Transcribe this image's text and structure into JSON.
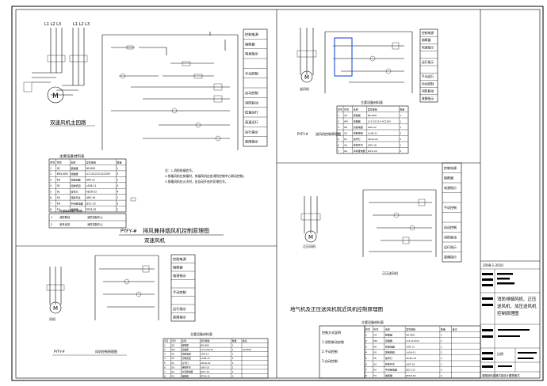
{
  "sheet": {
    "title_block": {
      "date": "2008-1-2010",
      "scale": "比例",
      "drawing_name": "消防排烟风机、正压送风机、加压送风机控制原理图",
      "footer": "某图纸标准格式某设计图签格式"
    },
    "panels": {
      "top_left": {
        "caption_main": "双速风机主回路",
        "title_code": "PYFY-#",
        "title": "排风兼排烟风机控制原理图",
        "subtitle": "双速风机",
        "notes": [
          "注：1.消防排烟信号。",
          "2.排烟风机在排烟时，排烟风机应由消防控制中心联动控制。",
          "3.排烟风机在火灾时，应自动开启并反馈信号。"
        ],
        "component_table": {
          "title": "主要设备材料表",
          "headers": [
            "序号",
            "符号",
            "名称",
            "型号规格",
            "数量"
          ],
          "rows": [
            [
              "1",
              "QF",
              "断路器",
              "NS-80H",
              "1"
            ],
            [
              "2",
              "KM1,KM2",
              "接触器",
              "LC1-D1210 AC220V",
              "3"
            ],
            [
              "3",
              "KH",
              "热继电器",
              "LRD-12",
              "2"
            ],
            [
              "4",
              "SS",
              "控制按钮",
              "LA38-11",
              "4"
            ],
            [
              "5",
              "HL",
              "信号灯",
              "AD16-22",
              "4"
            ],
            [
              "6",
              "SA",
              "转换开关",
              "LW5-16",
              "1"
            ],
            [
              "7",
              "KA",
              "中间继电器",
              "JZC1-22",
              "3"
            ],
            [
              "8",
              "FU",
              "熔断器",
              "RT18-32",
              "2"
            ]
          ],
          "table2_title": "外部接线端子说明",
          "table2_rows": [
            [
              "1",
              "消防联动",
              "消防控制中心"
            ],
            [
              "2",
              "信号反馈",
              "消防控制中心"
            ]
          ]
        },
        "ctrl_labels": [
          "控制电源",
          "熔断器",
          "电源指示",
          "",
          "手动控制",
          "",
          "自动控制",
          "消防联动",
          "低速运行",
          "高速运行",
          "运行指示",
          "故障指示"
        ]
      },
      "top_right": {
        "title": "送风机控制原理图",
        "motor_label": "送风机",
        "code": "PYFY-#",
        "ctrl_labels": [
          "控制电源",
          "熔断器",
          "电源指示",
          "",
          "运行指示",
          "",
          "手动运行",
          "自动控制",
          "消防联动",
          "故障指示"
        ],
        "table_title": "主要设备材料表",
        "table_headers": [
          "序号",
          "符号",
          "名称",
          "型号规格",
          "数量"
        ],
        "table_rows": [
          [
            "1",
            "QF",
            "断路器",
            "NS-80H",
            "1"
          ],
          [
            "2",
            "KM",
            "接触器",
            "LC1-D1210 AC220V",
            "1"
          ],
          [
            "3",
            "KH",
            "热继电器",
            "LRD-12",
            "1"
          ],
          [
            "4",
            "SS",
            "控制按钮",
            "LA38-11",
            "2"
          ],
          [
            "5",
            "HL",
            "信号灯",
            "AD16-22",
            "2"
          ],
          [
            "6",
            "SA",
            "转换开关",
            "LW5-16",
            "1"
          ],
          [
            "7",
            "KA",
            "中间继电器",
            "JZC1-22",
            "2"
          ]
        ]
      },
      "mid_right": {
        "title": "加压送风机控制原理图",
        "caption": "正压送风机",
        "motor_label": "正压风机",
        "ctrl_labels": [
          "控制电源",
          "熔断器",
          "电源指示",
          "",
          "手动控制",
          "",
          "自动控制",
          "消防联动",
          "运行指示",
          "故障指示"
        ],
        "long_title": "地气机及正压送风机就近风机控制原理图"
      },
      "bottom_left": {
        "motor_label": "风机",
        "caption": "风机控制原理图",
        "code": "PYFY-#",
        "ctrl_labels": [
          "控制电源",
          "熔断器",
          "电源指示",
          "",
          "手动控制",
          "",
          "运行指示",
          "故障指示"
        ],
        "table_title": "主要设备材料表",
        "table_headers": [
          "序号",
          "符号",
          "名称",
          "型号规格",
          "数量",
          "备注"
        ],
        "table_rows": [
          [
            "1",
            "QF",
            "断路器",
            "NS-80H",
            "1",
            ""
          ],
          [
            "2",
            "KM",
            "接触器",
            "LC1-D1210",
            "1",
            "AC220V"
          ],
          [
            "3",
            "KH",
            "热继电器",
            "LRD-12",
            "1",
            ""
          ],
          [
            "4",
            "SS",
            "控制按钮",
            "LA38-11",
            "2",
            ""
          ],
          [
            "5",
            "HL",
            "信号灯",
            "AD16-22",
            "2",
            ""
          ],
          [
            "6",
            "SA",
            "转换开关",
            "LW5-16",
            "1",
            ""
          ],
          [
            "7",
            "KA",
            "中间继电器",
            "JZC1-22",
            "1",
            ""
          ],
          [
            "8",
            "FU",
            "熔断器",
            "RT18-32",
            "2",
            ""
          ]
        ]
      },
      "bottom_right": {
        "spec_title": "主要设备材料表",
        "spec_lines": [
          "控制方式说明",
          "1.消防联动控制",
          "2.手动控制",
          "3.自动控制"
        ],
        "table_headers": [
          "序号",
          "符号",
          "名称",
          "型号规格",
          "数量",
          "备注"
        ],
        "table_rows": [
          [
            "1",
            "QF",
            "断路器",
            "NS-80H",
            "1",
            ""
          ],
          [
            "2",
            "KM",
            "接触器",
            "LC1-D1210",
            "1",
            ""
          ],
          [
            "3",
            "KH",
            "热继电器",
            "LRD-12",
            "1",
            ""
          ],
          [
            "4",
            "SS",
            "控制按钮",
            "LA38-11",
            "2",
            ""
          ],
          [
            "5",
            "HL",
            "信号灯",
            "AD16-22",
            "2",
            ""
          ],
          [
            "6",
            "SA",
            "转换开关",
            "LW5-16",
            "1",
            ""
          ],
          [
            "7",
            "KA",
            "中间继电器",
            "JZC1-22",
            "2",
            ""
          ],
          [
            "8",
            "FU",
            "熔断器",
            "RT18-32",
            "2",
            ""
          ]
        ]
      }
    }
  }
}
